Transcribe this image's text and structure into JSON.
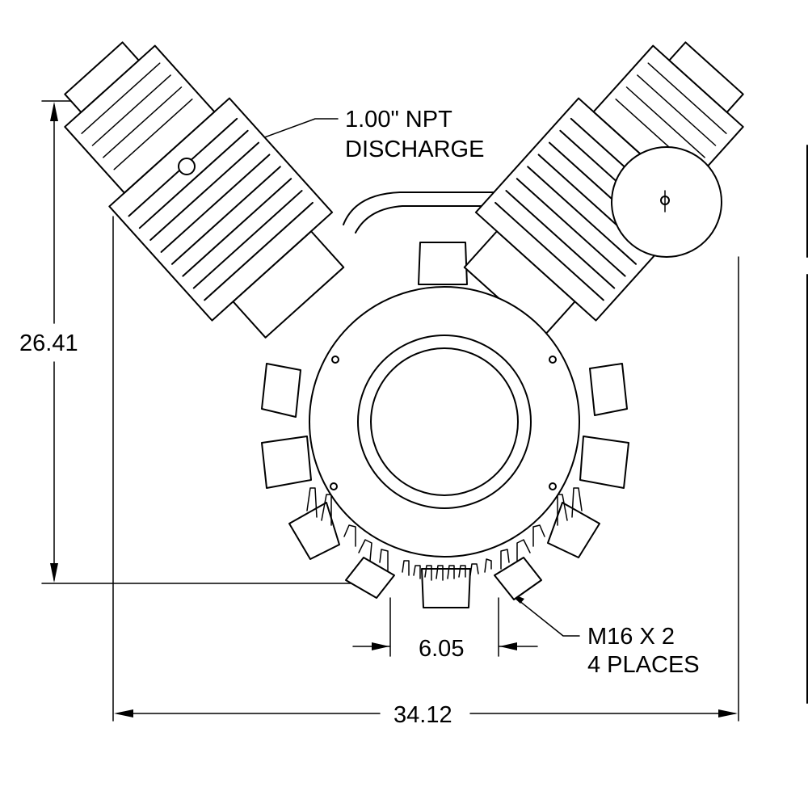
{
  "drawing": {
    "dimensions": {
      "height": "26.41",
      "width": "34.12",
      "bolt_spacing": "6.05"
    },
    "callouts": {
      "discharge_line1": "1.00\" NPT",
      "discharge_line2": "DISCHARGE",
      "bolts_line1": "M16 X 2",
      "bolts_line2": "4 PLACES"
    }
  }
}
